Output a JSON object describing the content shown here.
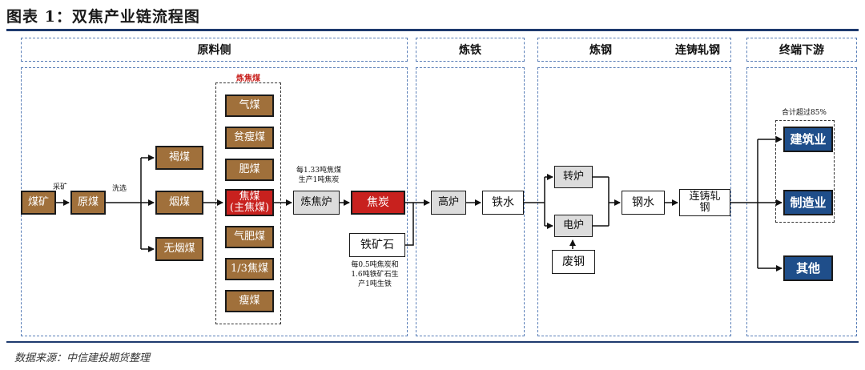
{
  "title": "图表 1：双焦产业链流程图",
  "source": "数据来源：中信建投期货整理",
  "sections": {
    "raw": "原料侧",
    "iron": "炼铁",
    "steel": "炼钢",
    "rolling": "连铸轧钢",
    "downstream": "终端下游"
  },
  "coking_coal_group_label": "炼焦煤",
  "nodes": {
    "coal_mine": "煤矿",
    "raw_coal": "原煤",
    "lignite": "褐煤",
    "bituminous": "烟煤",
    "anthracite": "无烟煤",
    "gas_coal": "气煤",
    "lean_coal": "贫瘦煤",
    "fat_coal": "肥煤",
    "coking_coal_main": "焦煤\n(主焦煤)",
    "gas_fat_coal": "气肥煤",
    "third_coking": "1/3焦煤",
    "lean": "瘦煤",
    "coke_oven": "炼焦炉",
    "coke": "焦炭",
    "iron_ore": "铁矿石",
    "blast_furnace": "高炉",
    "molten_iron": "铁水",
    "converter": "转炉",
    "electric_furnace": "电炉",
    "scrap": "废钢",
    "molten_steel": "钢水",
    "casting": "连铸轧\n钢",
    "construction": "建筑业",
    "manufacturing": "制造业",
    "other": "其他"
  },
  "edge_labels": {
    "mining": "采矿",
    "washing": "洗选"
  },
  "notes": {
    "coke_ratio": "每1.33吨焦煤\n生产1吨焦炭",
    "iron_ratio": "每0.5吨焦炭和\n1.6吨铁矿石生\n产1吨生铁",
    "share": "合计超过85%"
  }
}
